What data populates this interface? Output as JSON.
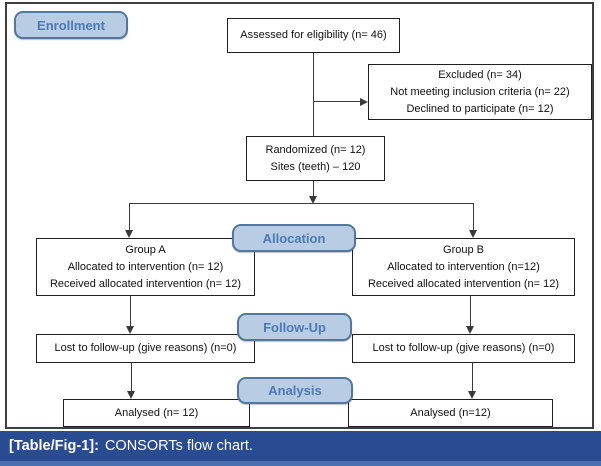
{
  "colors": {
    "badge_fill": "#b8cce4",
    "badge_border": "#54779e",
    "badge_text": "#4d79b5",
    "caption_bg": "#294b92",
    "caption_strip": "#4a70b2",
    "caption_text": "#ffffff",
    "box_border": "#1f1f1f",
    "line": "#3a3a3a",
    "frame_border": "#3f3f3f",
    "background": "#ffffff"
  },
  "stage_labels": {
    "enrollment": "Enrollment",
    "allocation": "Allocation",
    "follow_up": "Follow-Up",
    "analysis": "Analysis"
  },
  "boxes": {
    "assessed": {
      "lines": [
        "Assessed for eligibility (n= 46)"
      ]
    },
    "excluded": {
      "lines": [
        "Excluded (n= 34)",
        "Not meeting inclusion criteria (n= 22)",
        "Declined to participate (n= 12)"
      ]
    },
    "randomized": {
      "lines": [
        "Randomized (n= 12)",
        "Sites (teeth) – 120"
      ]
    },
    "group_a": {
      "lines": [
        "Group A",
        "Allocated to intervention (n= 12)",
        "Received allocated intervention (n= 12)"
      ]
    },
    "group_b": {
      "lines": [
        "Group B",
        "Allocated to intervention (n=12)",
        "Received allocated intervention (n= 12)"
      ]
    },
    "lost_followup_a": {
      "lines": [
        "Lost to follow-up (give reasons) (n=0)"
      ]
    },
    "lost_followup_b": {
      "lines": [
        "Lost to follow-up (give reasons) (n=0)"
      ]
    },
    "analysed_a": {
      "lines": [
        "Analysed (n= 12)"
      ]
    },
    "analysed_b": {
      "lines": [
        "Analysed (n=12)"
      ]
    }
  },
  "caption": {
    "label": "[Table/Fig-1]:",
    "text": "CONSORTs flow chart."
  }
}
